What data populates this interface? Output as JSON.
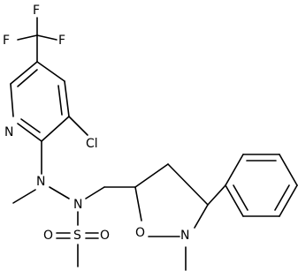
{
  "structure": {
    "atoms": [
      {
        "symbol": "F",
        "kind": "fluorine"
      },
      {
        "symbol": "F",
        "kind": "fluorine"
      },
      {
        "symbol": "F",
        "kind": "fluorine"
      },
      {
        "symbol": "N",
        "kind": "pyridine-nitrogen"
      },
      {
        "symbol": "Cl",
        "kind": "chlorine"
      },
      {
        "symbol": "N",
        "kind": "hydrazine-nitrogen"
      },
      {
        "symbol": "N",
        "kind": "sulfonamide-nitrogen"
      },
      {
        "symbol": "S",
        "kind": "sulfur"
      },
      {
        "symbol": "O",
        "kind": "sulfonyl-oxygen"
      },
      {
        "symbol": "O",
        "kind": "sulfonyl-oxygen"
      },
      {
        "symbol": "O",
        "kind": "isoxazolidine-oxygen"
      },
      {
        "symbol": "N",
        "kind": "isoxazolidine-nitrogen"
      }
    ]
  }
}
